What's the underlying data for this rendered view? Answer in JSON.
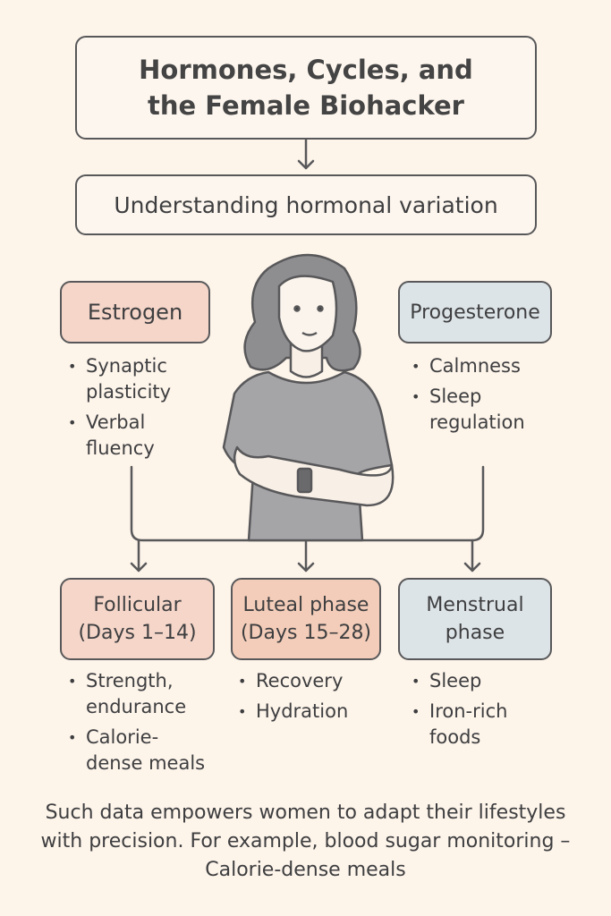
{
  "title": {
    "line1": "Hormones, Cycles, and",
    "line2": "the Female Biohacker"
  },
  "subtitle": "Understanding hormonal variation",
  "hormones": [
    {
      "label": "Estrogen",
      "bullets": [
        "Synaptic plasticity",
        "Verbal fluency"
      ]
    },
    {
      "label": "Progesterone",
      "bullets": [
        "Calmness",
        "Sleep regulation"
      ]
    }
  ],
  "phases": [
    {
      "line1": "Follicular",
      "line2": "(Days 1–14)",
      "bullets": [
        "Strength, endurance",
        "Calorie-dense meals"
      ]
    },
    {
      "line1": "Luteal phase",
      "line2": "(Days 15–28)",
      "bullets": [
        "Recovery",
        "Hydration"
      ]
    },
    {
      "line1": "Menstrual",
      "line2": "phase",
      "bullets": [
        "Sleep",
        "Iron-rich foods"
      ]
    }
  ],
  "footer": "Such data empowers women to adapt their lifestyles with precision. For example, blood sugar monitoring – Calorie-dense meals",
  "colors": {
    "background": "#fdf4ea",
    "estrogen": "#f5d6c9",
    "luteal": "#f3cdb9",
    "progesterone": "#dde4e7",
    "stroke": "#58585a"
  }
}
